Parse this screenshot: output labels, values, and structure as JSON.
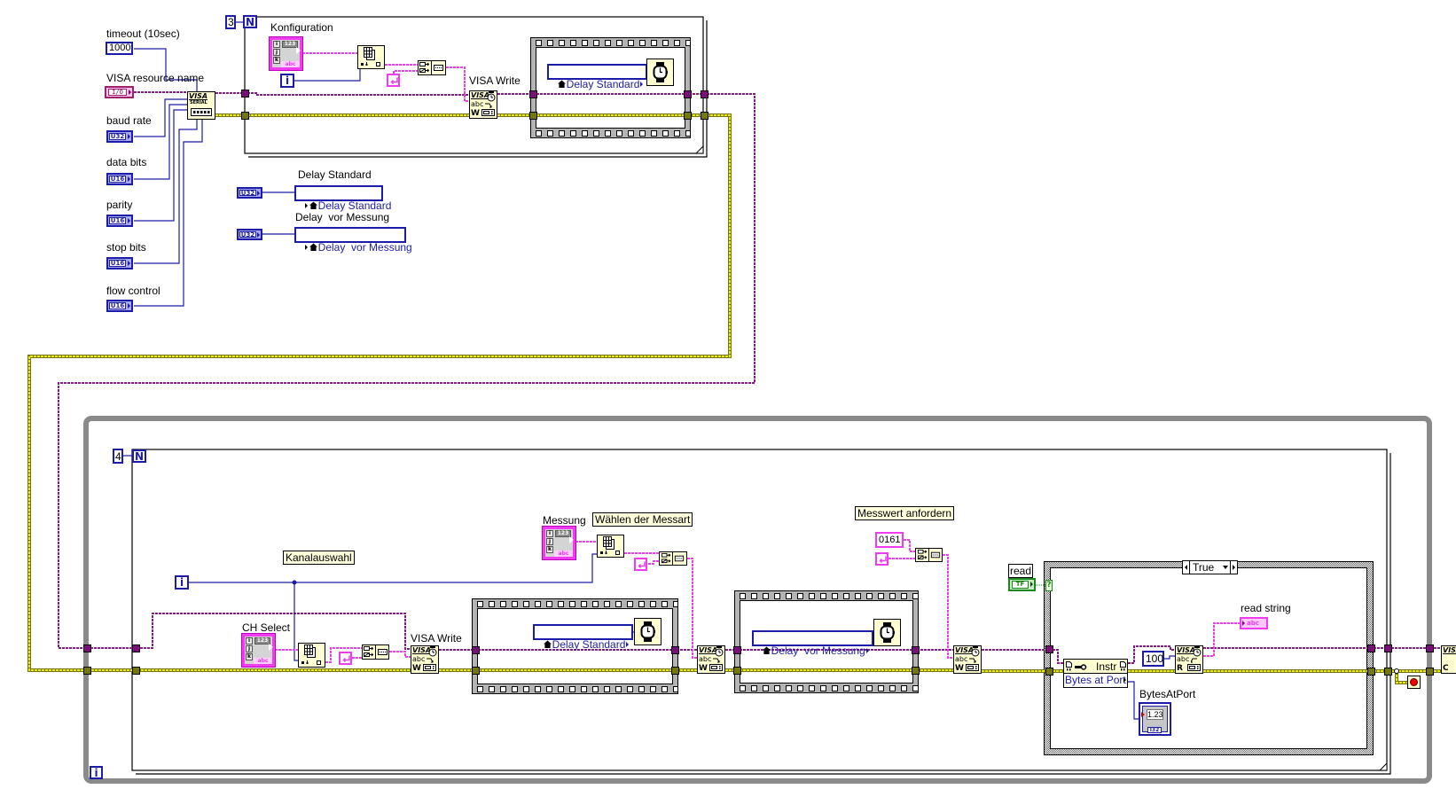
{
  "colors": {
    "visa_wire": "#861a86",
    "error_wire": "#eaea10",
    "error_edge": "#76760e",
    "numeric_wire": "#1c1ca8",
    "string_wire": "#ee3cee",
    "boolean_wire": "#1a8a1a",
    "node_fill": "#ffffd2",
    "structure_gray": "#8a8a8a",
    "comment_fill": "#ffffdc"
  },
  "serial_setup": {
    "timeout": {
      "label": "timeout (10sec)",
      "value": "1000"
    },
    "resource_name": {
      "label": "VISA resource name",
      "value": "I/O"
    },
    "baud_rate": {
      "label": "baud rate",
      "type": "U32"
    },
    "data_bits": {
      "label": "data bits",
      "type": "U16"
    },
    "parity": {
      "label": "parity",
      "type": "U16"
    },
    "stop_bits": {
      "label": "stop bits",
      "type": "U16"
    },
    "flow_control": {
      "label": "flow control",
      "type": "U16"
    }
  },
  "visa_nodes": {
    "configure": {
      "title": "VISA",
      "subtitle": "SERIAL"
    },
    "write": {
      "label": "VISA Write",
      "title": "VISA",
      "buffer": "abc",
      "mode": "W"
    },
    "read": {
      "title": "VISA",
      "buffer": "abc",
      "mode": "R"
    },
    "close": {
      "title": "VISA",
      "mode": "C"
    }
  },
  "array_constant": {
    "header": "123",
    "indices": [
      "i",
      "j",
      "k"
    ],
    "type": "abc"
  },
  "config_loop": {
    "count": "3",
    "count_terminal": "N",
    "iteration_terminal": "i",
    "array_label": "Konfiguration",
    "delay_local": "Delay Standard"
  },
  "delay_settings": [
    {
      "label": "Delay Standard",
      "type": "U32",
      "local": "Delay Standard"
    },
    {
      "label": "Delay  vor Messung",
      "type": "U32",
      "local": "Delay  vor Messung"
    }
  ],
  "while_loop": {
    "iteration_terminal": "i"
  },
  "measure_loop": {
    "count": "4",
    "count_terminal": "N",
    "iteration_terminal": "i",
    "channel_comment": "Kanalauswahl",
    "channel_array_label": "CH Select",
    "delay_standard_local": "Delay Standard",
    "mode_array_label": "Messung",
    "mode_comment": "Wählen der Messart",
    "delay_measure_local": "Delay  vor Messung",
    "request_comment": "Messwert anfordern",
    "request_command": "0161"
  },
  "read_case": {
    "control_label": "read",
    "control_type": "TF",
    "selector_terminal": "?",
    "case_value": "True",
    "property_class": "Instr",
    "property_name": "Bytes at Port",
    "byte_count": "100",
    "read_string_label": "read string",
    "read_string_type": "abc",
    "bytes_at_port_label": "BytesAtPort",
    "bytes_at_port_value": "1.23",
    "bytes_at_port_type": "I32"
  }
}
